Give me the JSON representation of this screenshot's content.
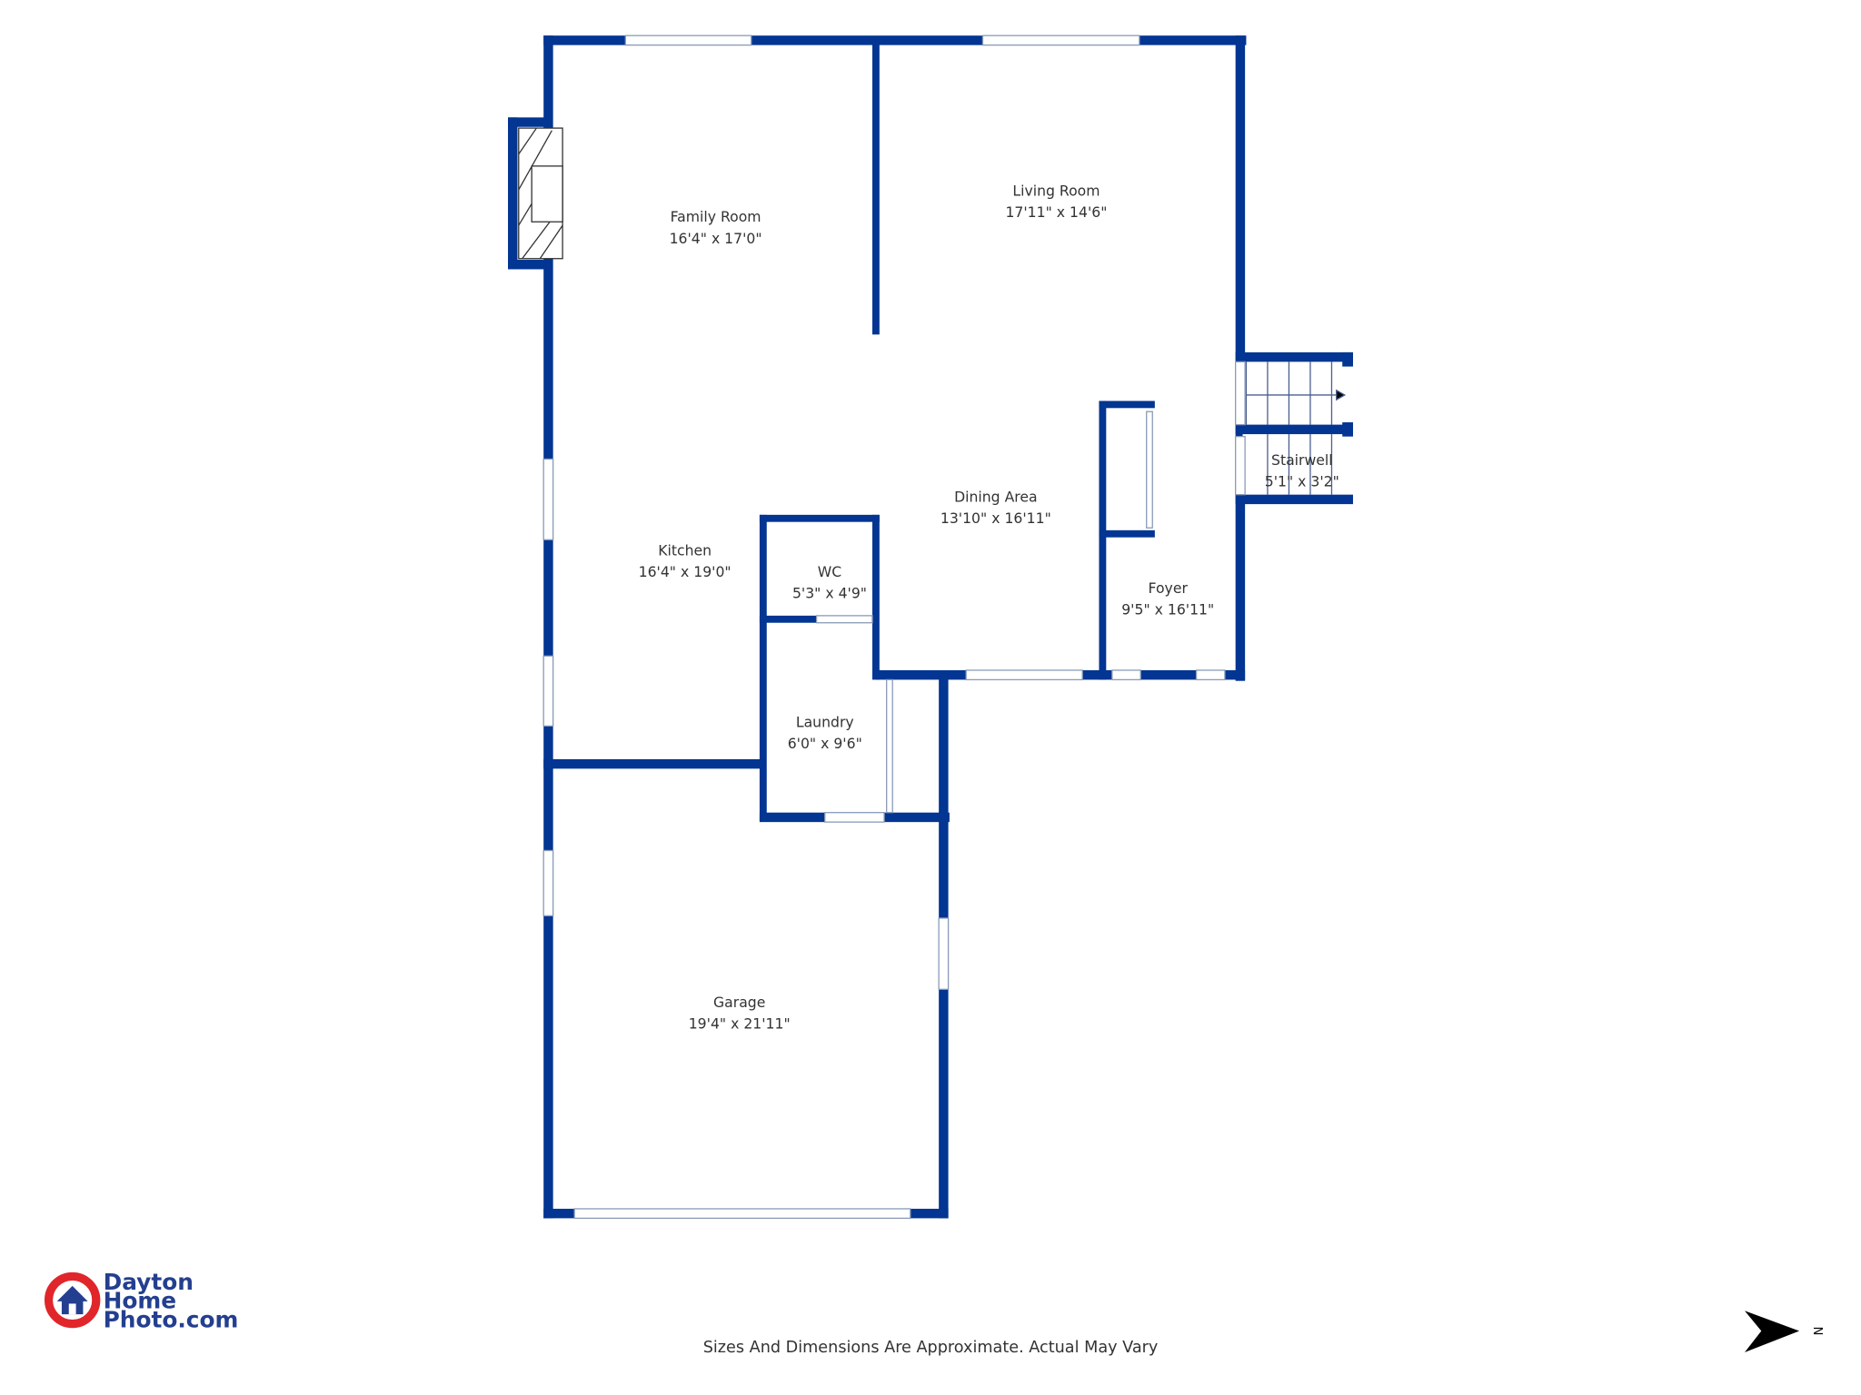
{
  "colors": {
    "wall": "#033592",
    "logo_red": "#e0262b",
    "logo_blue": "#243f8f"
  },
  "rooms": [
    {
      "name": "Family Room",
      "size": "16'4\" x 17'0\""
    },
    {
      "name": "Living Room",
      "size": "17'11\" x 14'6\""
    },
    {
      "name": "Dining Area",
      "size": "13'10\" x 16'11\""
    },
    {
      "name": "Kitchen",
      "size": "16'4\" x 19'0\""
    },
    {
      "name": "WC",
      "size": "5'3\" x 4'9\""
    },
    {
      "name": "Foyer",
      "size": "9'5\" x 16'11\""
    },
    {
      "name": "Stairwell",
      "size": "5'1\" x 3'2\""
    },
    {
      "name": "Laundry",
      "size": "6'0\" x 9'6\""
    },
    {
      "name": "Garage",
      "size": "19'4\" x 21'11\""
    }
  ],
  "logo": {
    "line1": "Dayton",
    "line2": "Home",
    "line3": "Photo.com"
  },
  "disclaimer": "Sizes And Dimensions Are Approximate. Actual May Vary",
  "compass": {
    "label": "N",
    "icon": "north-arrow-icon"
  }
}
